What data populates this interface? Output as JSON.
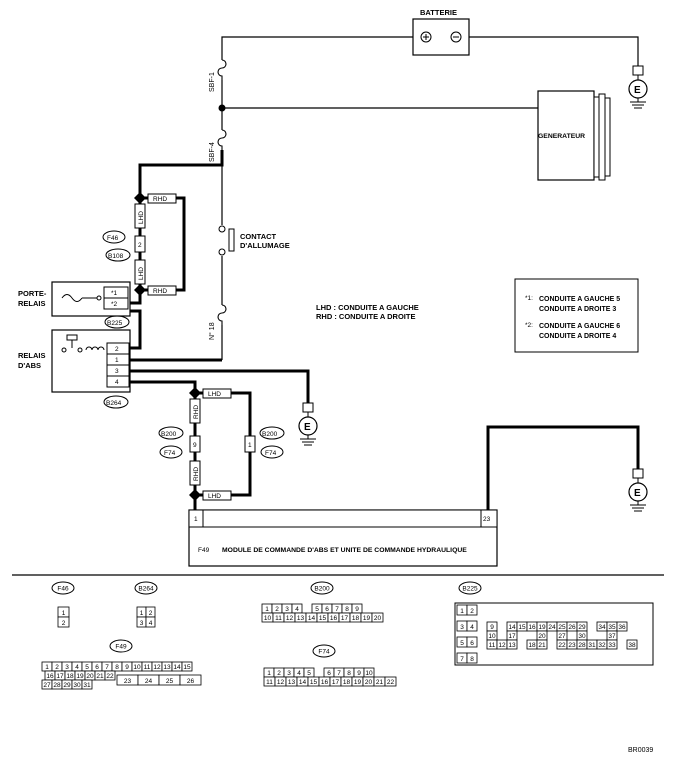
{
  "battery": {
    "label": "BATTERIE"
  },
  "generator": {
    "label": "GENERATEUR"
  },
  "fuses": {
    "sbf1": "SBF-1",
    "sbf4": "SBF-4",
    "no18": "N° 18"
  },
  "ignition": {
    "line1": "CONTACT",
    "line2": "D'ALLUMAGE"
  },
  "relay_holder": {
    "line1": "PORTE-",
    "line2": "RELAIS",
    "pin_a": "*1",
    "pin_b": "*2"
  },
  "abs_relay": {
    "line1": "RELAIS",
    "line2": "D'ABS",
    "pins": [
      "2",
      "1",
      "3",
      "4"
    ]
  },
  "legend": {
    "lhd": "LHD : CONDUITE A GAUCHE",
    "rhd": "RHD : CONDUITE A DROITE"
  },
  "notes": {
    "n1_mark": "*1:",
    "n1_l1": "CONDUITE A GAUCHE 5",
    "n1_l2": "CONDUITE A DROITE   3",
    "n2_mark": "*2:",
    "n2_l1": "CONDUITE A GAUCHE 6",
    "n2_l2": "CONDUITE A DROITE   4"
  },
  "diamond": {
    "lhd": "LHD",
    "rhd": "RHD"
  },
  "connectors": {
    "f46": "F46",
    "b108": "B108",
    "b225": "B225",
    "b264": "B264",
    "b200": "B200",
    "f74": "F74",
    "f49": "F49",
    "pin2": "2",
    "pin9": "9",
    "pin1": "1"
  },
  "ground": {
    "label": "E"
  },
  "module": {
    "label": "MODULE DE COMMANDE D'ABS ET UNITE DE COMMANDE HYDRAULIQUE",
    "pin_left": "1",
    "pin_right": "23"
  },
  "views": {
    "f46": {
      "tag": "F46",
      "rows": [
        [
          "1"
        ],
        [
          "2"
        ]
      ]
    },
    "b264": {
      "tag": "B264",
      "rows": [
        [
          "1",
          "2"
        ],
        [
          "3",
          "4"
        ]
      ]
    },
    "b200": {
      "tag": "B200",
      "row1": [
        "1",
        "2",
        "3",
        "4",
        "",
        "5",
        "6",
        "7",
        "8",
        "9"
      ],
      "row2": [
        "10",
        "11",
        "12",
        "13",
        "14",
        "15",
        "16",
        "17",
        "18",
        "19",
        "20"
      ]
    },
    "f74": {
      "tag": "F74",
      "row1": [
        "1",
        "2",
        "3",
        "4",
        "5",
        "",
        "6",
        "7",
        "8",
        "9",
        "10"
      ],
      "row2": [
        "11",
        "12",
        "13",
        "14",
        "15",
        "16",
        "17",
        "18",
        "19",
        "20",
        "21",
        "22"
      ]
    },
    "f49": {
      "tag": "F49",
      "row1": [
        "1",
        "2",
        "3",
        "4",
        "5",
        "6",
        "7",
        "8",
        "9",
        "10",
        "11",
        "12",
        "13",
        "14",
        "15"
      ],
      "row2": [
        "16",
        "17",
        "18",
        "19",
        "20",
        "21",
        "22"
      ],
      "row2b": [
        "23",
        "24",
        "25",
        "26"
      ],
      "row3": [
        "27",
        "28",
        "29",
        "30",
        "31"
      ]
    },
    "b225": {
      "tag": "B225",
      "left": [
        [
          "1",
          "2"
        ],
        [
          "3",
          "4"
        ],
        [
          "5",
          "6"
        ],
        [
          "7",
          "8"
        ]
      ],
      "c1": [
        "9",
        "10",
        "11"
      ],
      "c2": [
        "",
        "",
        "12"
      ],
      "c3": [
        "14",
        "17",
        "13"
      ],
      "c4": [
        "15",
        "",
        ""
      ],
      "c5": [
        "16",
        "",
        "18"
      ],
      "c6": [
        "19",
        "20",
        "21"
      ],
      "c7": [
        "24",
        "",
        ""
      ],
      "c8": [
        "25",
        "27",
        "22"
      ],
      "c9": [
        "26",
        "",
        "23"
      ],
      "c10": [
        "29",
        "30",
        "28"
      ],
      "c11": [
        "",
        "",
        "31"
      ],
      "c12": [
        "34",
        "",
        "32"
      ],
      "c13": [
        "35",
        "37",
        "33"
      ],
      "c14": [
        "36",
        "",
        ""
      ],
      "c15": [
        "",
        "",
        "38"
      ]
    }
  },
  "ref": "BR0039"
}
